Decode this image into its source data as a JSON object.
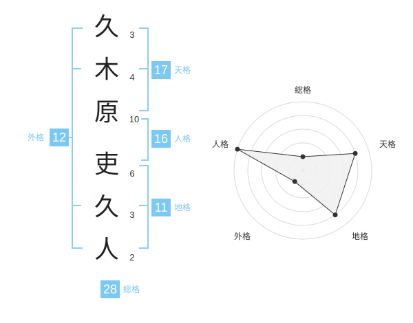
{
  "name": {
    "characters": [
      {
        "char": "久",
        "strokes": "3"
      },
      {
        "char": "木",
        "strokes": "4"
      },
      {
        "char": "原",
        "strokes": "10"
      },
      {
        "char": "吏",
        "strokes": "6"
      },
      {
        "char": "久",
        "strokes": "3"
      },
      {
        "char": "人",
        "strokes": "2"
      }
    ]
  },
  "scores": {
    "tenkaku": {
      "value": "17",
      "label": "天格"
    },
    "jinkaku": {
      "value": "16",
      "label": "人格"
    },
    "chikaku": {
      "value": "11",
      "label": "地格"
    },
    "gaikaku": {
      "value": "12",
      "label": "外格"
    },
    "soukaku": {
      "value": "28",
      "label": "総格"
    }
  },
  "chart_data": {
    "type": "radar",
    "axes": [
      "総格",
      "天格",
      "地格",
      "外格",
      "人格"
    ],
    "values": [
      1,
      4,
      4,
      1,
      5
    ],
    "range": [
      0,
      5
    ],
    "colors": {
      "fill": "#f0f0f0",
      "stroke": "#333333",
      "grid": "#d9d9d9",
      "accent": "#7cc8f4"
    }
  }
}
